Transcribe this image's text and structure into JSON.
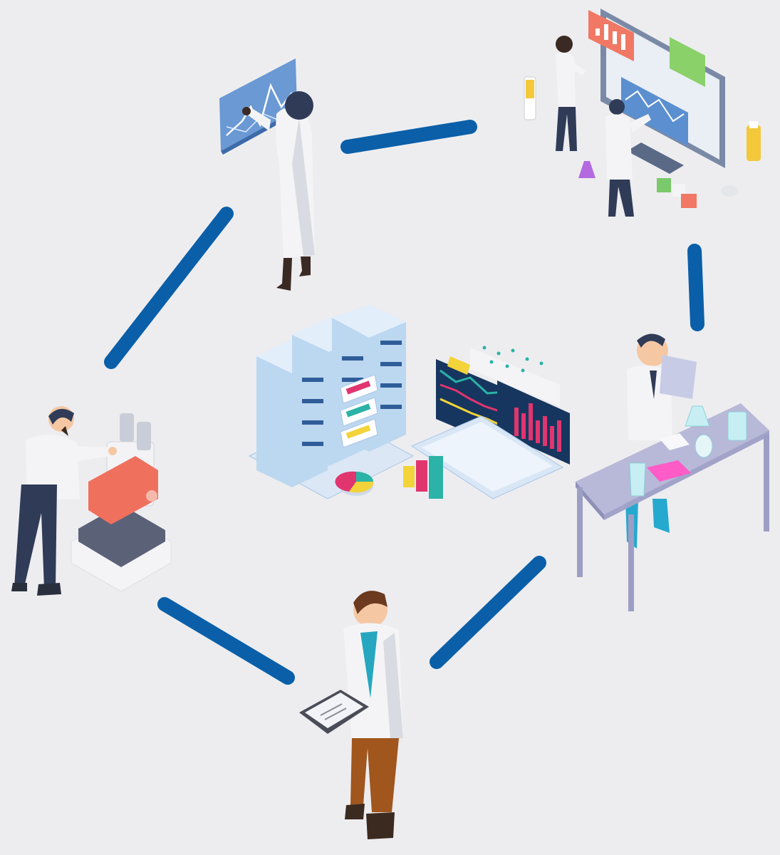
{
  "colors": {
    "background": "#ededf0",
    "connector": "#0a5fa8",
    "coat": "#f4f4f6",
    "coat_shadow": "#d9dbe2",
    "navy": "#2f3b57",
    "screen_blue": "#5b8fd0",
    "server_blue": "#bcd7f0",
    "microscope_red": "#f0705e",
    "table_lavender": "#b8b8d8",
    "chart_yellow": "#f3d33a",
    "chart_pink": "#e0356f",
    "chart_teal": "#2ab3a6",
    "skin_dark": "#3b2a23",
    "skin_light": "#f5c7a3",
    "trousers_brown": "#a0561d"
  },
  "diagram": {
    "type": "cycle",
    "nodes": [
      {
        "name": "scientist-at-chart-board",
        "icon": "data-analysis-icon"
      },
      {
        "name": "team-at-monitor",
        "icon": "dashboard-icon"
      },
      {
        "name": "chemist-at-lab-table",
        "icon": "lab-bench-icon"
      },
      {
        "name": "scientist-with-tablet",
        "icon": "tablet-icon"
      },
      {
        "name": "scientist-at-microscope",
        "icon": "microscope-icon"
      }
    ],
    "center": {
      "name": "data-center",
      "icon": "server-laptop-icon"
    },
    "edges": [
      {
        "from": "scientist-at-chart-board",
        "to": "team-at-monitor"
      },
      {
        "from": "team-at-monitor",
        "to": "chemist-at-lab-table"
      },
      {
        "from": "chemist-at-lab-table",
        "to": "scientist-with-tablet"
      },
      {
        "from": "scientist-with-tablet",
        "to": "scientist-at-microscope"
      },
      {
        "from": "scientist-at-microscope",
        "to": "scientist-at-chart-board"
      }
    ]
  }
}
